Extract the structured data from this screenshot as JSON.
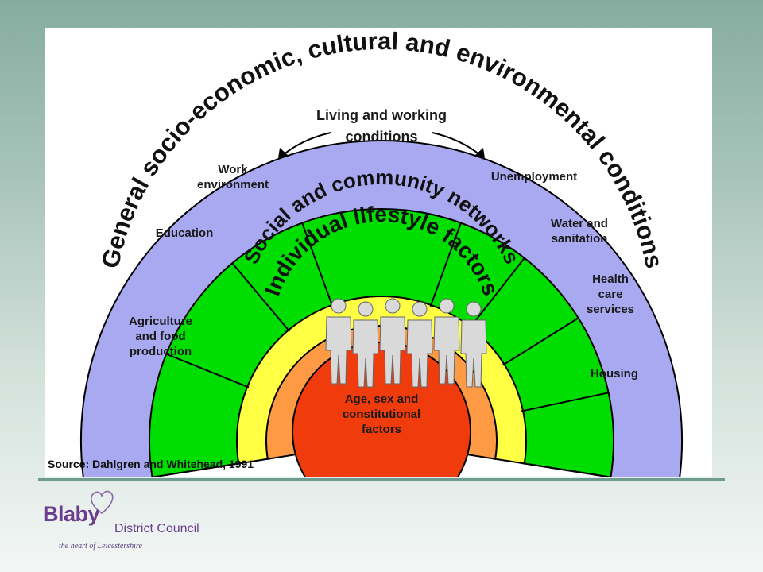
{
  "diagram": {
    "outer_ring": "General socio-economic, cultural and environmental conditions",
    "living_working": {
      "line1": "Living and working",
      "line2": "conditions"
    },
    "left_segments": [
      [
        "Agriculture",
        "and food",
        "production"
      ],
      [
        "Education"
      ],
      [
        "Work",
        "environment"
      ]
    ],
    "right_segments": [
      [
        "Unemployment"
      ],
      [
        "Water and",
        "sanitation"
      ],
      [
        "Health",
        "care",
        "services"
      ],
      [
        "Housing"
      ]
    ],
    "social_ring": "Social and community networks",
    "lifestyle_ring": "Individual lifestyle factors",
    "core": [
      "Age, sex and",
      "constitutional",
      "factors"
    ],
    "colors": {
      "outer": "#a9a9f2",
      "green": "#00dd00",
      "social": "#ffff44",
      "lifestyle": "#ff9a44",
      "core": "#f03c0c",
      "people": "#d9d9d9"
    }
  },
  "source": "Source: Dahlgren and Whitehead, 1991",
  "logo": {
    "name": "Blaby",
    "subtitle": "District Council",
    "tagline": "the heart of Leicestershire",
    "color": "#6b3d8c"
  }
}
